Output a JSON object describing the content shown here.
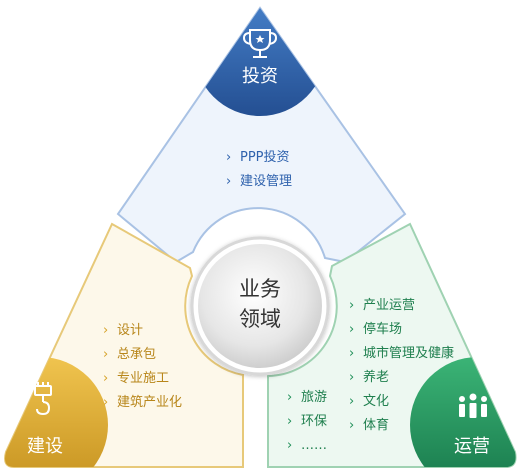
{
  "center": {
    "line1": "业务",
    "line2": "领域"
  },
  "invest": {
    "title": "投资",
    "items": [
      "PPP投资",
      "建设管理"
    ],
    "color": "#2f62ad",
    "panel_fill": "#eef4fc",
    "panel_stroke": "#a9c2e4",
    "icon": "trophy-icon"
  },
  "build": {
    "title": "建设",
    "items": [
      "设计",
      "总承包",
      "专业施工",
      "建筑产业化"
    ],
    "color": "#d6a32a",
    "panel_fill": "#fdf8ea",
    "panel_stroke": "#e7c979",
    "icon": "crane-hook-icon"
  },
  "operate": {
    "title": "运营",
    "items_col1": [
      "产业运营",
      "停车场",
      "城市管理及健康",
      "养老",
      "文化",
      "体育"
    ],
    "items_col2": [
      "旅游",
      "环保",
      "……"
    ],
    "color": "#1f8f58",
    "panel_fill": "#edf8f1",
    "panel_stroke": "#9fd2b2",
    "icon": "team-icon"
  },
  "bullet": "›"
}
